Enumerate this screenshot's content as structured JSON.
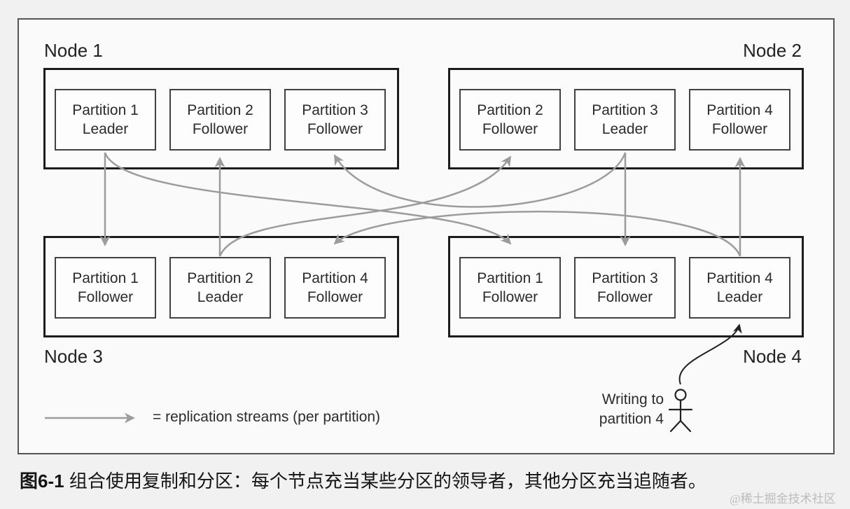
{
  "figure": {
    "nodes": [
      {
        "label": "Node 1",
        "partitions": [
          {
            "title": "Partition 1",
            "role": "Leader"
          },
          {
            "title": "Partition 2",
            "role": "Follower"
          },
          {
            "title": "Partition 3",
            "role": "Follower"
          }
        ]
      },
      {
        "label": "Node 2",
        "partitions": [
          {
            "title": "Partition 2",
            "role": "Follower"
          },
          {
            "title": "Partition 3",
            "role": "Leader"
          },
          {
            "title": "Partition 4",
            "role": "Follower"
          }
        ]
      },
      {
        "label": "Node 3",
        "partitions": [
          {
            "title": "Partition 1",
            "role": "Follower"
          },
          {
            "title": "Partition 2",
            "role": "Leader"
          },
          {
            "title": "Partition 4",
            "role": "Follower"
          }
        ]
      },
      {
        "label": "Node 4",
        "partitions": [
          {
            "title": "Partition 1",
            "role": "Follower"
          },
          {
            "title": "Partition 3",
            "role": "Follower"
          },
          {
            "title": "Partition 4",
            "role": "Leader"
          }
        ]
      }
    ],
    "replication_streams": [
      {
        "from": "Node 1 / Partition 1 Leader",
        "to": "Node 3 / Partition 1 Follower"
      },
      {
        "from": "Node 1 / Partition 1 Leader",
        "to": "Node 4 / Partition 1 Follower"
      },
      {
        "from": "Node 3 / Partition 2 Leader",
        "to": "Node 1 / Partition 2 Follower"
      },
      {
        "from": "Node 3 / Partition 2 Leader",
        "to": "Node 2 / Partition 2 Follower"
      },
      {
        "from": "Node 2 / Partition 3 Leader",
        "to": "Node 1 / Partition 3 Follower"
      },
      {
        "from": "Node 2 / Partition 3 Leader",
        "to": "Node 4 / Partition 3 Follower"
      },
      {
        "from": "Node 4 / Partition 4 Leader",
        "to": "Node 2 / Partition 4 Follower"
      },
      {
        "from": "Node 4 / Partition 4 Leader",
        "to": "Node 3 / Partition 4 Follower"
      }
    ],
    "legend": {
      "text": "= replication streams (per partition)"
    },
    "write_annotation": {
      "text": "Writing to\npartition 4",
      "target": "Node 4 / Partition 4 Leader"
    }
  },
  "caption": {
    "label": "图6-1",
    "text": "组合使用复制和分区：每个节点充当某些分区的领导者，其他分区充当追随者。"
  },
  "watermark": "@稀土掘金技术社区",
  "colors": {
    "stream_arrow": "#9c9c9c",
    "write_arrow": "#222222",
    "node_border": "#1c1c1c",
    "partition_border": "#414141",
    "text": "#2b2b2b",
    "watermark": "#bcbcbc"
  }
}
